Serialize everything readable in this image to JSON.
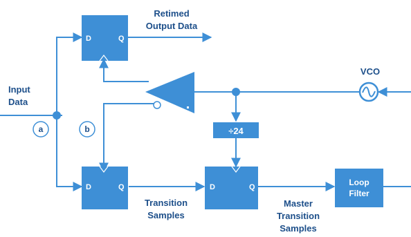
{
  "colors": {
    "primary": "#3e8fd6",
    "label": "#1d4f8a",
    "block_text": "#ffffff",
    "background": "#ffffff"
  },
  "labels": {
    "input_line1": "Input",
    "input_line2": "Data",
    "retimed_line1": "Retimed",
    "retimed_line2": "Output Data",
    "vco": "VCO",
    "transition_line1": "Transition",
    "transition_line2": "Samples",
    "master_line1": "Master",
    "master_line2": "Transition",
    "master_line3": "Samples",
    "node_a": "a",
    "node_b": "b"
  },
  "blocks": {
    "ff_top": {
      "d": "D",
      "q": "Q"
    },
    "ff_bottom": {
      "d": "D",
      "q": "Q"
    },
    "ff_master": {
      "d": "D",
      "q": "Q"
    },
    "divider": "÷24",
    "loop_filter_line1": "Loop",
    "loop_filter_line2": "Filter"
  }
}
